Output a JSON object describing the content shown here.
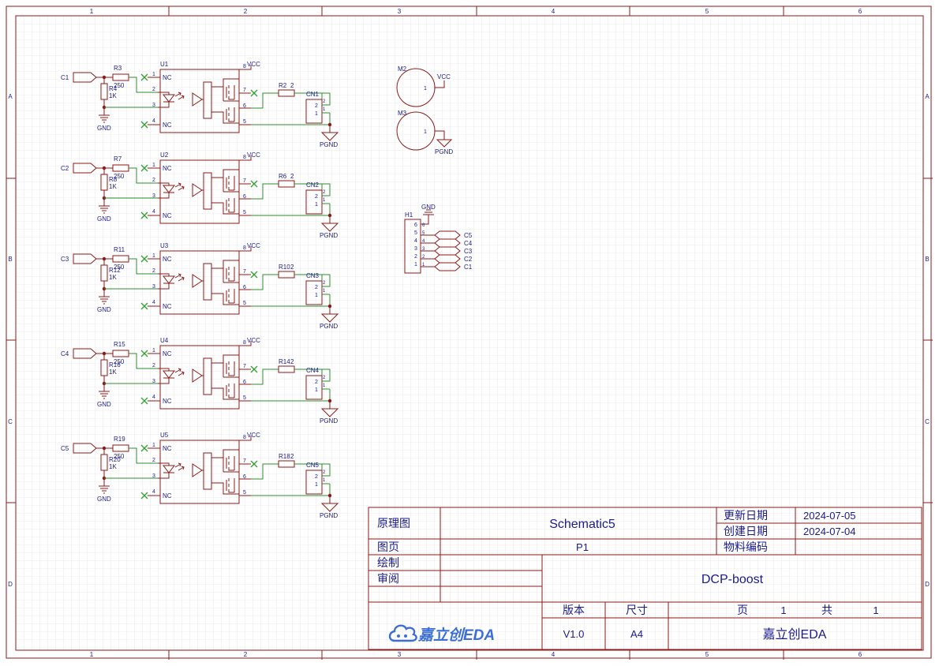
{
  "frame": {
    "col_labels": [
      "1",
      "2",
      "3",
      "4",
      "5",
      "6"
    ],
    "row_labels": [
      "A",
      "B",
      "C",
      "D"
    ]
  },
  "channels": [
    {
      "input": "C1",
      "r_series": "R3",
      "r_series_val": "250",
      "r_pull": "R4",
      "r_pull_val": "1K",
      "gnd": "GND",
      "ic": "U1",
      "r_out": "R2",
      "r_out_val": "2",
      "conn": "CN1",
      "vcc": "VCC",
      "pgnd": "PGND"
    },
    {
      "input": "C2",
      "r_series": "R7",
      "r_series_val": "250",
      "r_pull": "R8",
      "r_pull_val": "1K",
      "gnd": "GND",
      "ic": "U2",
      "r_out": "R6",
      "r_out_val": "2",
      "conn": "CN2",
      "vcc": "VCC",
      "pgnd": "PGND"
    },
    {
      "input": "C3",
      "r_series": "R11",
      "r_series_val": "250",
      "r_pull": "R12",
      "r_pull_val": "1K",
      "gnd": "GND",
      "ic": "U3",
      "r_out": "R10",
      "r_out_val": "2",
      "conn": "CN3",
      "vcc": "VCC",
      "pgnd": "PGND"
    },
    {
      "input": "C4",
      "r_series": "R15",
      "r_series_val": "250",
      "r_pull": "R16",
      "r_pull_val": "1K",
      "gnd": "GND",
      "ic": "U4",
      "r_out": "R14",
      "r_out_val": "2",
      "conn": "CN4",
      "vcc": "VCC",
      "pgnd": "PGND"
    },
    {
      "input": "C5",
      "r_series": "R19",
      "r_series_val": "250",
      "r_pull": "R20",
      "r_pull_val": "1K",
      "gnd": "GND",
      "ic": "U5",
      "r_out": "R18",
      "r_out_val": "2",
      "conn": "CN5",
      "vcc": "VCC",
      "pgnd": "PGND"
    }
  ],
  "ic_pin_labels": {
    "nc": "NC",
    "pins": [
      "1",
      "2",
      "3",
      "4",
      "5",
      "6",
      "7",
      "8"
    ]
  },
  "conn_pins": [
    "2",
    "1"
  ],
  "mount_holes": [
    {
      "ref": "M2",
      "pin": "1",
      "net": "VCC"
    },
    {
      "ref": "M3",
      "pin": "1",
      "net": "PGND"
    }
  ],
  "header": {
    "ref": "H1",
    "gnd": "GND",
    "pins": [
      "6",
      "5",
      "4",
      "3",
      "2",
      "1"
    ],
    "nets": [
      "C5",
      "C4",
      "C3",
      "C2",
      "C1"
    ]
  },
  "title_block": {
    "label_type": "原理图",
    "schematic_name": "Schematic5",
    "label_updated": "更新日期",
    "updated": "2024-07-05",
    "label_created": "创建日期",
    "created": "2024-07-04",
    "label_page": "图页",
    "page": "P1",
    "label_material": "物料编码",
    "label_drawn": "绘制",
    "label_review": "审阅",
    "project": "DCP-boost",
    "label_version": "版本",
    "label_size": "尺寸",
    "label_pages": "页",
    "page_num": "1",
    "label_total": "共",
    "page_total": "1",
    "version": "V1.0",
    "size": "A4",
    "company": "嘉立创EDA",
    "logo_text": "嘉立创EDA"
  },
  "colors": {
    "frame": "#8b1a1a",
    "text": "#1a1a8c",
    "wire": "#2e8b2e",
    "grid": "#d8d8d8",
    "logo": "#3b6fd6"
  }
}
